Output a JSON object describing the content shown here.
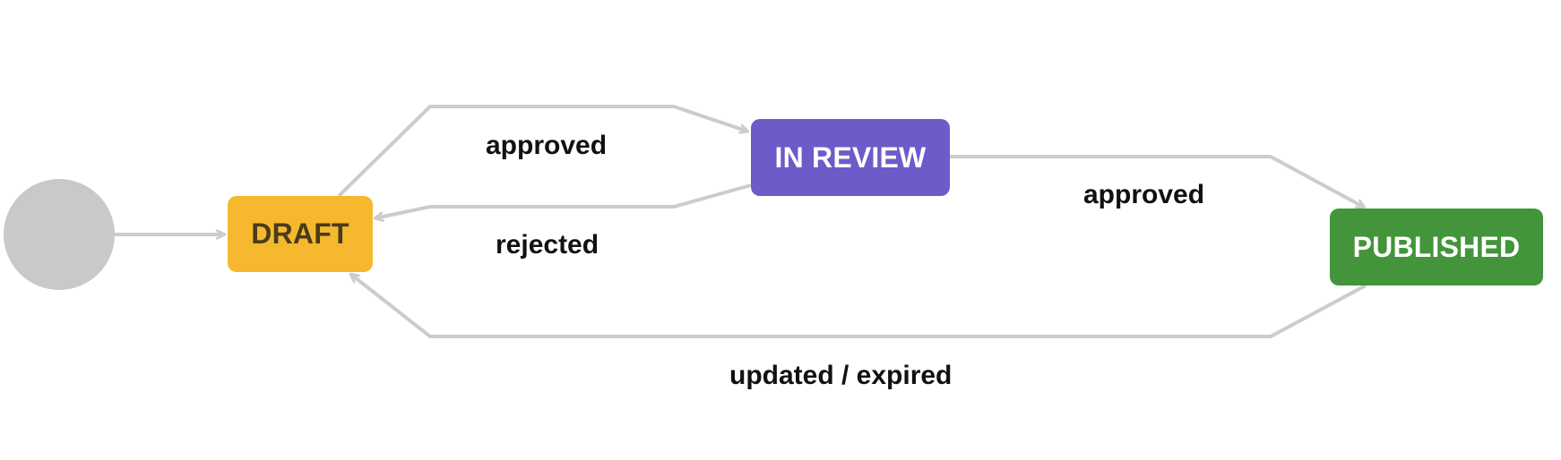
{
  "colors": {
    "edge": "#cccccc",
    "start": "#c9c9c9",
    "draft_bg": "#f5b82e",
    "draft_text": "#4a3c1a",
    "review_bg": "#6e5ac8",
    "review_text": "#ffffff",
    "published_bg": "#43943a",
    "published_text": "#ffffff"
  },
  "nodes": {
    "draft": "DRAFT",
    "review": "IN REVIEW",
    "published": "PUBLISHED"
  },
  "edges": {
    "draft_to_review": "approved",
    "review_to_draft": "rejected",
    "review_to_published": "approved",
    "published_to_draft": "updated / expired"
  }
}
